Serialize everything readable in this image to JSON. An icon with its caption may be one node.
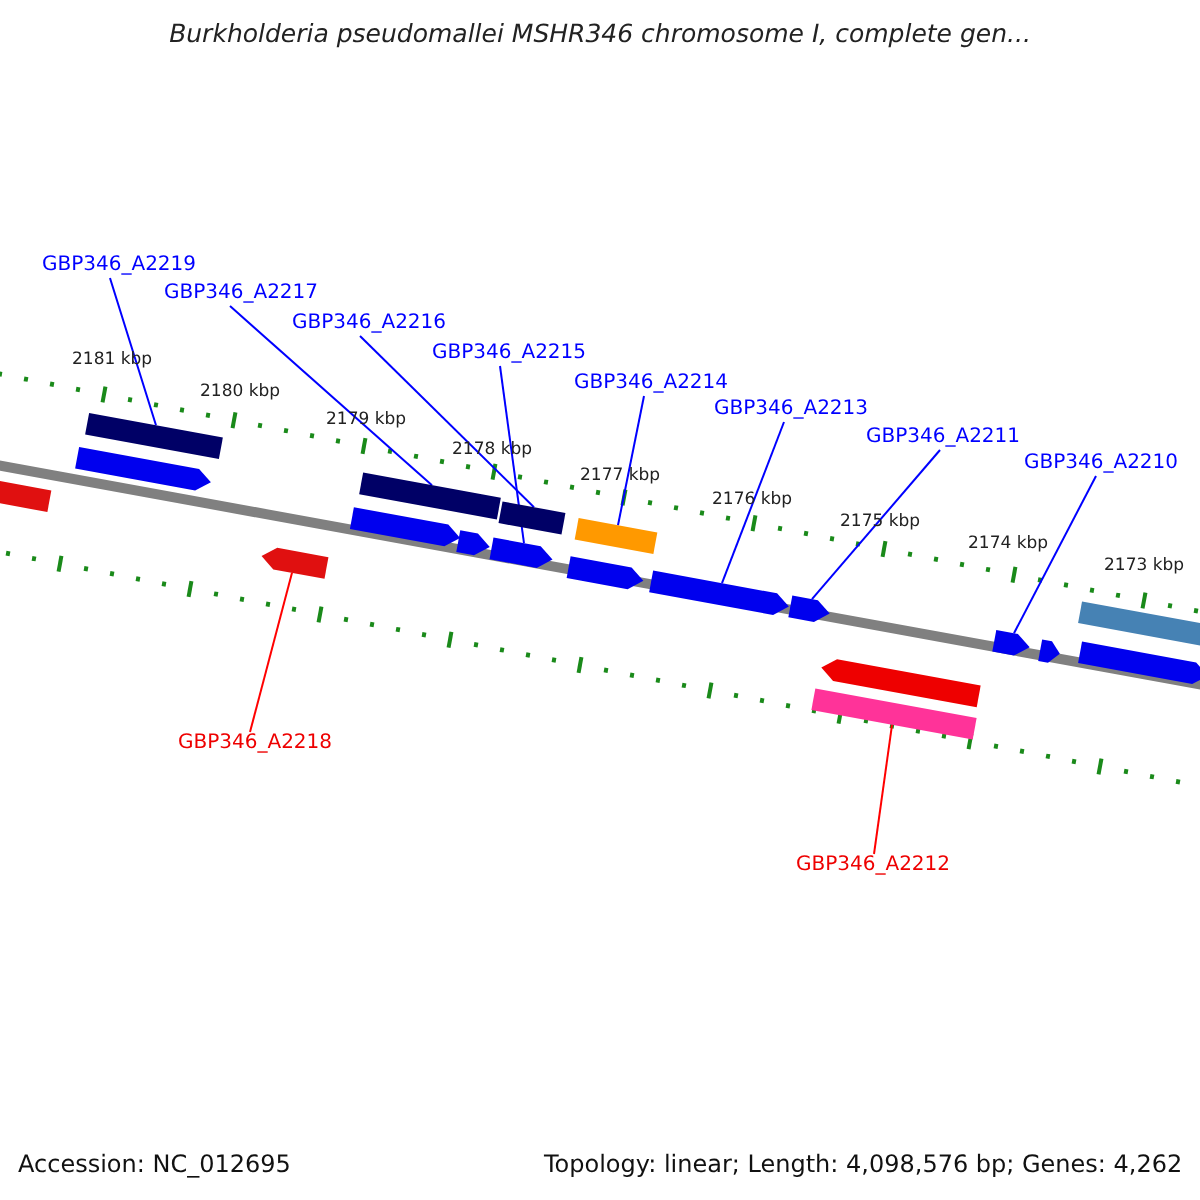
{
  "diagram": {
    "title": "Burkholderia pseudomallei MSHR346 chromosome I, complete gen...",
    "nodes": [
      {
        "text": [
          "GBP346_A2219"
        ]
      },
      {
        "text": [
          "GBP346_A2217"
        ]
      },
      {
        "text": [
          "GBP346_A2216"
        ]
      },
      {
        "text": [
          "GBP346_A2215"
        ]
      },
      {
        "text": [
          "GBP346_A2214"
        ]
      },
      {
        "text": [
          "GBP346_A2213"
        ]
      },
      {
        "text": [
          "GBP346_A2211"
        ]
      },
      {
        "text": [
          "GBP346_A2210"
        ]
      },
      {
        "text": [
          "GBP346_A2218"
        ]
      },
      {
        "text": [
          "GBP346_A2212"
        ]
      },
      {
        "text": [],
        "shape": "arrow"
      },
      {
        "text": [],
        "shape": "bar"
      },
      {
        "text": [],
        "shape": "arrow"
      },
      {
        "text": [],
        "shape": "arrow"
      },
      {
        "text": [],
        "shape": "bar"
      },
      {
        "text": [],
        "shape": "bar"
      },
      {
        "text": [],
        "shape": "arrow"
      },
      {
        "text": [],
        "shape": "arrow"
      },
      {
        "text": [],
        "shape": "arrow"
      },
      {
        "text": [],
        "shape": "bar"
      },
      {
        "text": [],
        "shape": "arrow"
      },
      {
        "text": [],
        "shape": "arrow"
      },
      {
        "text": [],
        "shape": "arrow"
      },
      {
        "text": [],
        "shape": "arrow"
      },
      {
        "text": [],
        "shape": "bar"
      },
      {
        "text": [],
        "shape": "arrow"
      },
      {
        "text": [],
        "shape": "arrow"
      },
      {
        "text": [],
        "shape": "bar"
      },
      {
        "text": [],
        "shape": "arrow"
      }
    ],
    "edges": [
      {
        "from": 0,
        "to": 11,
        "arrow": "none"
      },
      {
        "from": 1,
        "to": 14,
        "arrow": "none"
      },
      {
        "from": 2,
        "to": 15,
        "arrow": "none"
      },
      {
        "from": 3,
        "to": 18,
        "arrow": "none"
      },
      {
        "from": 4,
        "to": 19,
        "arrow": "none"
      },
      {
        "from": 5,
        "to": 21,
        "arrow": "none"
      },
      {
        "from": 6,
        "to": 22,
        "arrow": "none"
      },
      {
        "from": 7,
        "to": 25,
        "arrow": "none"
      },
      {
        "from": 8,
        "to": 13,
        "arrow": "none",
        "color": "#ff0000"
      },
      {
        "from": 9,
        "to": 24,
        "arrow": "none",
        "color": "#ff0000"
      }
    ],
    "labels": [
      "2181 kbp",
      "2180 kbp",
      "2179 kbp",
      "2178 kbp",
      "2177 kbp",
      "2176 kbp",
      "2175 kbp",
      "2174 kbp",
      "2173 kbp",
      "Accession: NC_012695",
      "Topology: linear; Length: 4,098,576 bp; Genes: 4,262"
    ]
  }
}
